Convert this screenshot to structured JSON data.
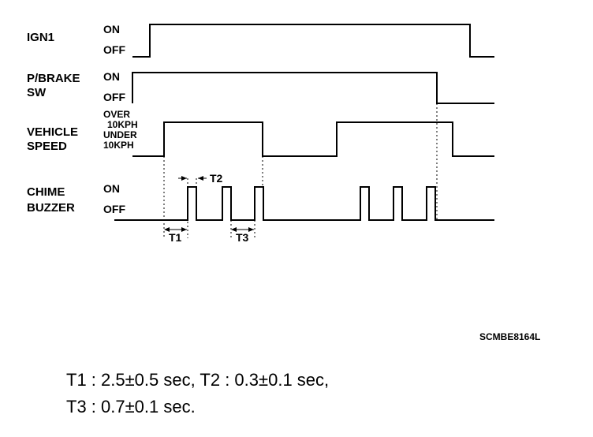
{
  "signals": [
    {
      "name_lines": [
        "IGN1"
      ],
      "levels": [
        "ON",
        "OFF"
      ]
    },
    {
      "name_lines": [
        "P/BRAKE",
        "SW"
      ],
      "levels": [
        "ON",
        "OFF"
      ]
    },
    {
      "name_lines": [
        "VEHICLE",
        "SPEED"
      ],
      "levels": [
        "OVER",
        "10KPH",
        "UNDER",
        "10KPH"
      ]
    },
    {
      "name_lines": [
        "CHIME",
        "BUZZER"
      ],
      "levels": [
        "ON",
        "OFF"
      ]
    }
  ],
  "intervals": {
    "t1": "T1",
    "t2": "T2",
    "t3": "T3"
  },
  "figure_code": "SCMBE8164L",
  "notes": [
    "T1 : 2.5±0.5 sec, T2 : 0.3±0.1 sec,",
    "T3 : 0.7±0.1 sec."
  ]
}
